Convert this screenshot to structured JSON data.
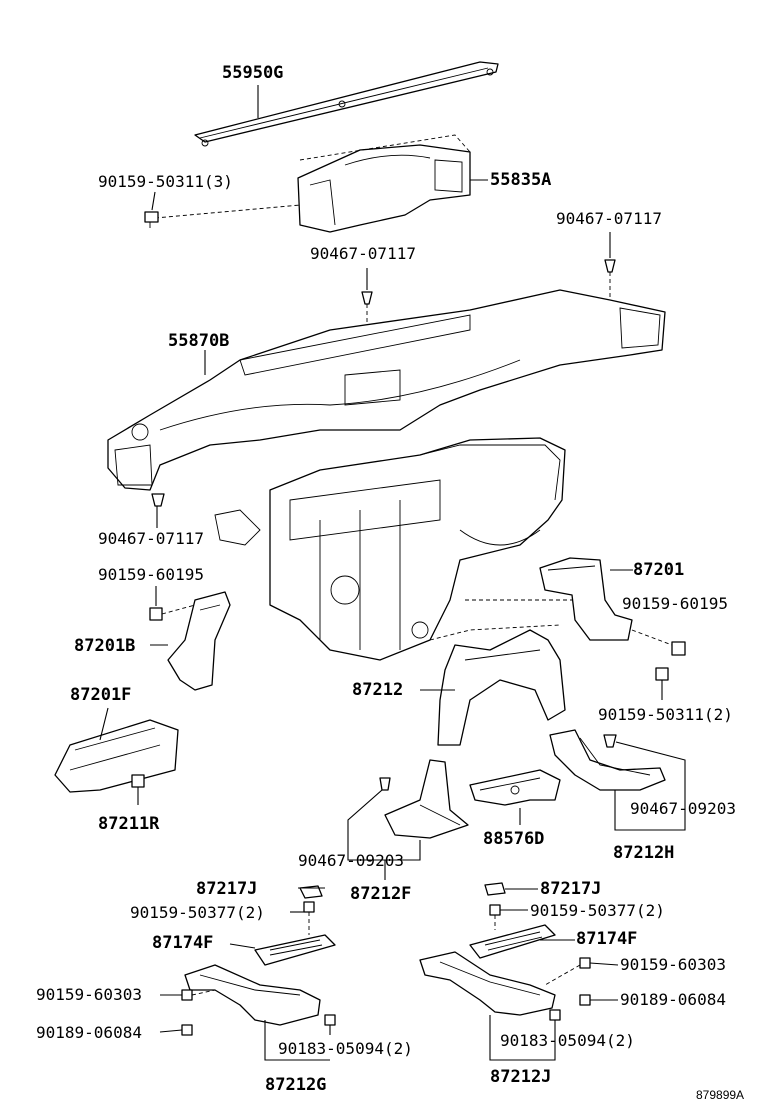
{
  "labels": {
    "p55950G": "55950G",
    "p90159_50311_3": "90159-50311(3)",
    "p55835A": "55835A",
    "p90467_07117_r": "90467-07117",
    "p90467_07117_c": "90467-07117",
    "p55870B": "55870B",
    "p90467_07117_l": "90467-07117",
    "p90159_60195_l": "90159-60195",
    "p87201": "87201",
    "p90159_60195_r": "90159-60195",
    "p87201B": "87201B",
    "p87212": "87212",
    "p87201F": "87201F",
    "p90159_50311_2": "90159-50311(2)",
    "p90467_09203_r": "90467-09203",
    "p87211R": "87211R",
    "p88576D": "88576D",
    "p87212H": "87212H",
    "p90467_09203_c": "90467-09203",
    "p87212F": "87212F",
    "p87217J_l": "87217J",
    "p87217J_r": "87217J",
    "p90159_50377_l": "90159-50377(2)",
    "p90159_50377_r": "90159-50377(2)",
    "p87174F_l": "87174F",
    "p87174F_r": "87174F",
    "p90159_60303_l": "90159-60303",
    "p90159_60303_r": "90159-60303",
    "p90189_06084_l": "90189-06084",
    "p90189_06084_r": "90189-06084",
    "p90183_05094_l": "90183-05094(2)",
    "p90183_05094_r": "90183-05094(2)",
    "p87212G": "87212G",
    "p87212J": "87212J",
    "diagram_id": "879899A"
  }
}
